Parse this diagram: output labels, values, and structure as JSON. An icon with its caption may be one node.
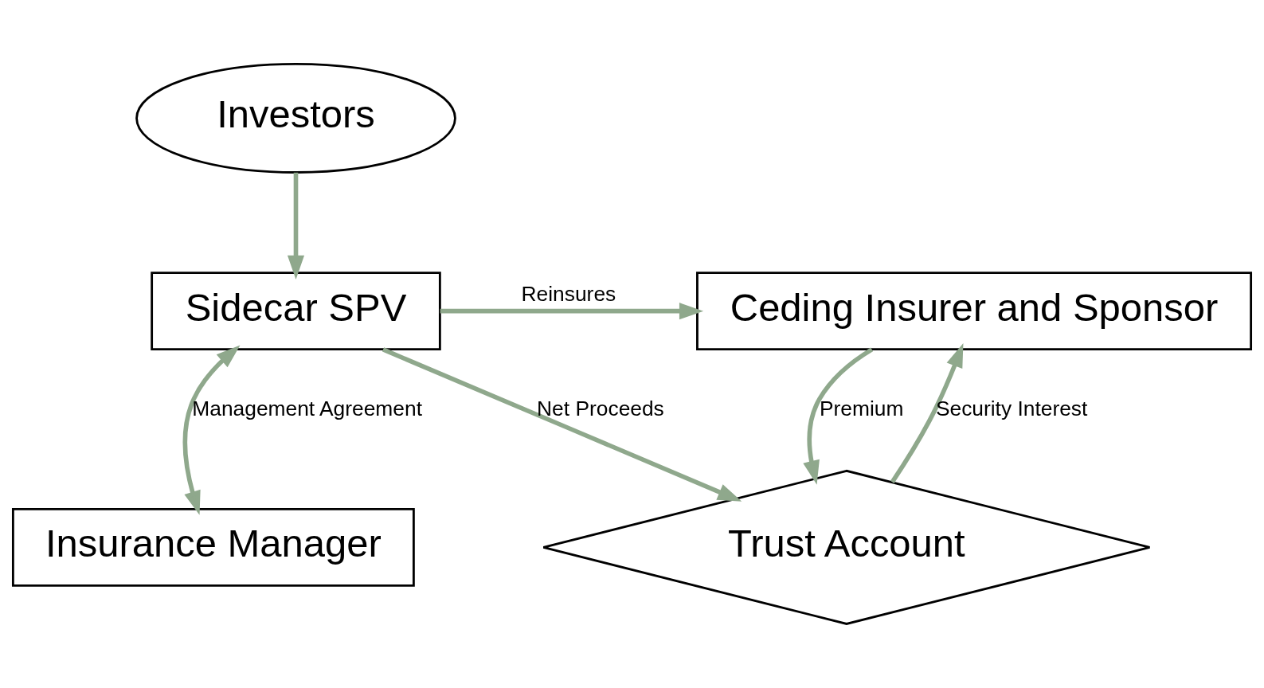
{
  "diagram": {
    "nodes": [
      {
        "text": [
          "Investors"
        ]
      },
      {
        "text": [
          "Sidecar SPV"
        ]
      },
      {
        "text": [
          "Ceding Insurer and Sponsor"
        ]
      },
      {
        "text": [
          "Insurance Manager"
        ]
      },
      {
        "text": [
          "Trust Account"
        ]
      }
    ],
    "edges": [
      {
        "from": 0,
        "to": 1,
        "arrow": "to"
      },
      {
        "from": 1,
        "to": 2,
        "arrow": "to",
        "label": "Reinsures"
      },
      {
        "from": 1,
        "to": 3,
        "arrow": "both",
        "label": "Management Agreement"
      },
      {
        "from": 1,
        "to": 4,
        "arrow": "to",
        "label": "Net Proceeds"
      },
      {
        "from": 2,
        "to": 4,
        "arrow": "to",
        "label": "Premium"
      },
      {
        "from": 4,
        "to": 2,
        "arrow": "to",
        "label": "Security Interest"
      }
    ]
  }
}
